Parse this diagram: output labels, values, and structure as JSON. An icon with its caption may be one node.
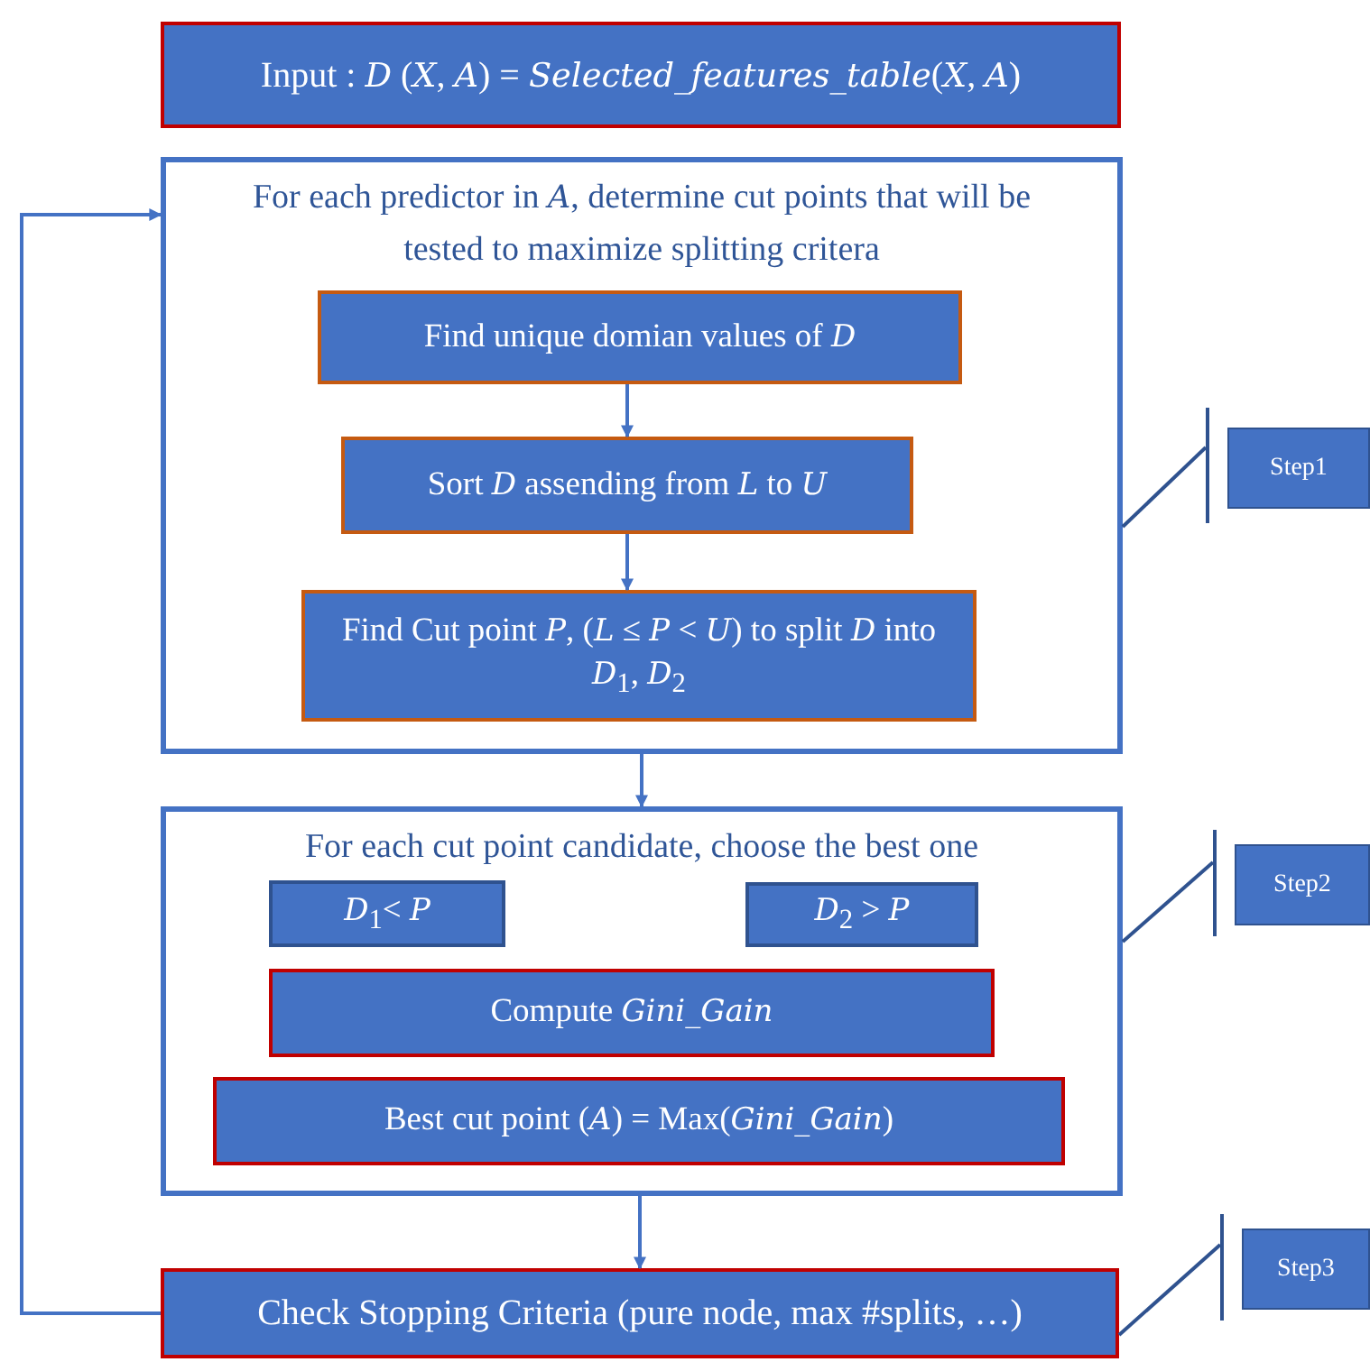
{
  "diagram": {
    "nodes": [
      {
        "text": [
          "Input : *D* (*X*, *A*) = *Selected_features_table*(*X*, *A*)"
        ]
      },
      {
        "text": [
          "For each predictor in *A*, determine cut points that will be tested to maximize splitting critera"
        ]
      },
      {
        "text": [
          "Find unique domian values of *D*"
        ],
        "in": 1
      },
      {
        "text": [
          "Sort *D* assending from *L* to *U*"
        ],
        "in": 1
      },
      {
        "text": [
          "Find Cut point *P*, (*L* ≤ *P* < *U*) to split *D* into *D*$_{1}$, *D*$_{2}$"
        ],
        "in": 1
      },
      {
        "text": [
          "For each cut point candidate, choose the best one"
        ]
      },
      {
        "text": [
          "*D*$_{1}$< *P*"
        ],
        "in": 5
      },
      {
        "text": [
          "*D*$_{2}$ > *P*"
        ],
        "in": 5
      },
      {
        "text": [
          "Compute *Gini_Gain*"
        ],
        "in": 5
      },
      {
        "text": [
          "Best cut point (*A*) = Max(*Gini_Gain*)"
        ],
        "in": 5
      },
      {
        "text": [
          "Check Stopping Criteria (pure node, max #splits, …)"
        ]
      },
      {
        "text": [
          "Step1"
        ]
      },
      {
        "text": [
          "Step2"
        ]
      },
      {
        "text": [
          "Step3"
        ]
      }
    ],
    "edges": [
      {
        "from": 2,
        "to": 3,
        "arrow": "to"
      },
      {
        "from": 3,
        "to": 4,
        "arrow": "to"
      },
      {
        "from": 1,
        "to": 5,
        "arrow": "to"
      },
      {
        "from": 5,
        "to": 10,
        "arrow": "to"
      },
      {
        "from": 10,
        "to": 1,
        "arrow": "to"
      },
      {
        "from": 11,
        "to": 1,
        "arrow": "none",
        "color": "#2f528f"
      },
      {
        "from": 12,
        "to": 5,
        "arrow": "none",
        "color": "#2f528f"
      },
      {
        "from": 13,
        "to": 10,
        "arrow": "none",
        "color": "#2f528f"
      }
    ]
  }
}
